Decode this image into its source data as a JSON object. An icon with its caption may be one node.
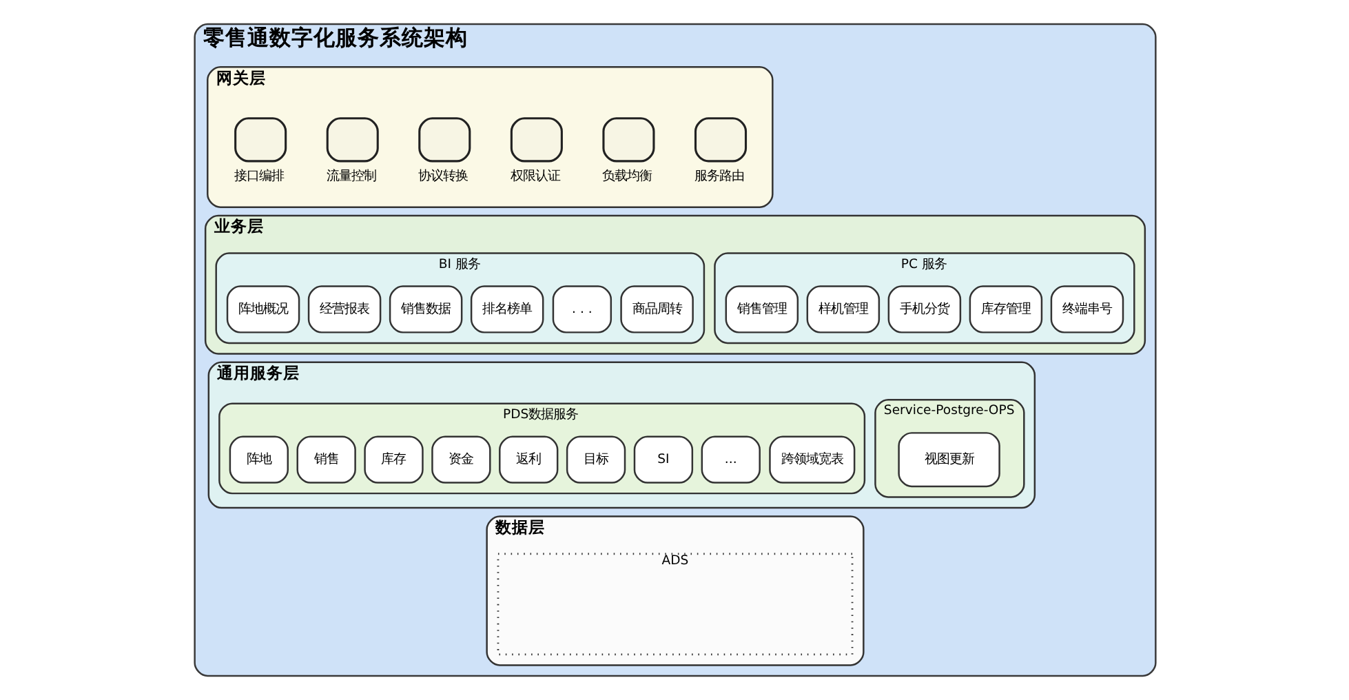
{
  "diagram": {
    "nodes": [
      {
        "text": [
          "零售通数字化服务系统架构"
        ]
      },
      {
        "text": [
          "网关层"
        ],
        "in": 0
      },
      {
        "text": [
          "接口编排"
        ],
        "in": 1
      },
      {
        "text": [
          "流量控制"
        ],
        "in": 1
      },
      {
        "text": [
          "协议转换"
        ],
        "in": 1
      },
      {
        "text": [
          "权限认证"
        ],
        "in": 1
      },
      {
        "text": [
          "负载均衡"
        ],
        "in": 1
      },
      {
        "text": [
          "服务路由"
        ],
        "in": 1
      },
      {
        "text": [
          "业务层"
        ],
        "in": 0
      },
      {
        "text": [
          "BI 服务"
        ],
        "in": 8
      },
      {
        "text": [
          "阵地概况"
        ],
        "in": 9
      },
      {
        "text": [
          "经营报表"
        ],
        "in": 9
      },
      {
        "text": [
          "销售数据"
        ],
        "in": 9
      },
      {
        "text": [
          "排名榜单"
        ],
        "in": 9
      },
      {
        "text": [
          ". . ."
        ],
        "in": 9
      },
      {
        "text": [
          "商品周转"
        ],
        "in": 9
      },
      {
        "text": [
          "PC 服务"
        ],
        "in": 8
      },
      {
        "text": [
          "销售管理"
        ],
        "in": 16
      },
      {
        "text": [
          "样机管理"
        ],
        "in": 16
      },
      {
        "text": [
          "手机分货"
        ],
        "in": 16
      },
      {
        "text": [
          "库存管理"
        ],
        "in": 16
      },
      {
        "text": [
          "终端串号"
        ],
        "in": 16
      },
      {
        "text": [
          "通用服务层"
        ],
        "in": 0
      },
      {
        "text": [
          "PDS数据服务"
        ],
        "in": 22
      },
      {
        "text": [
          "阵地"
        ],
        "in": 23
      },
      {
        "text": [
          "销售"
        ],
        "in": 23
      },
      {
        "text": [
          "库存"
        ],
        "in": 23
      },
      {
        "text": [
          "资金"
        ],
        "in": 23
      },
      {
        "text": [
          "返利"
        ],
        "in": 23
      },
      {
        "text": [
          "目标"
        ],
        "in": 23
      },
      {
        "text": [
          "SI"
        ],
        "in": 23
      },
      {
        "text": [
          "..."
        ],
        "in": 23
      },
      {
        "text": [
          "跨领域宽表"
        ],
        "in": 23
      },
      {
        "text": [
          "Service-Postgre-OPS"
        ],
        "in": 22
      },
      {
        "text": [
          "视图更新"
        ],
        "in": 33
      },
      {
        "text": [
          "数据层"
        ],
        "in": 0
      },
      {
        "text": [
          "ADS"
        ],
        "in": 35
      }
    ]
  }
}
